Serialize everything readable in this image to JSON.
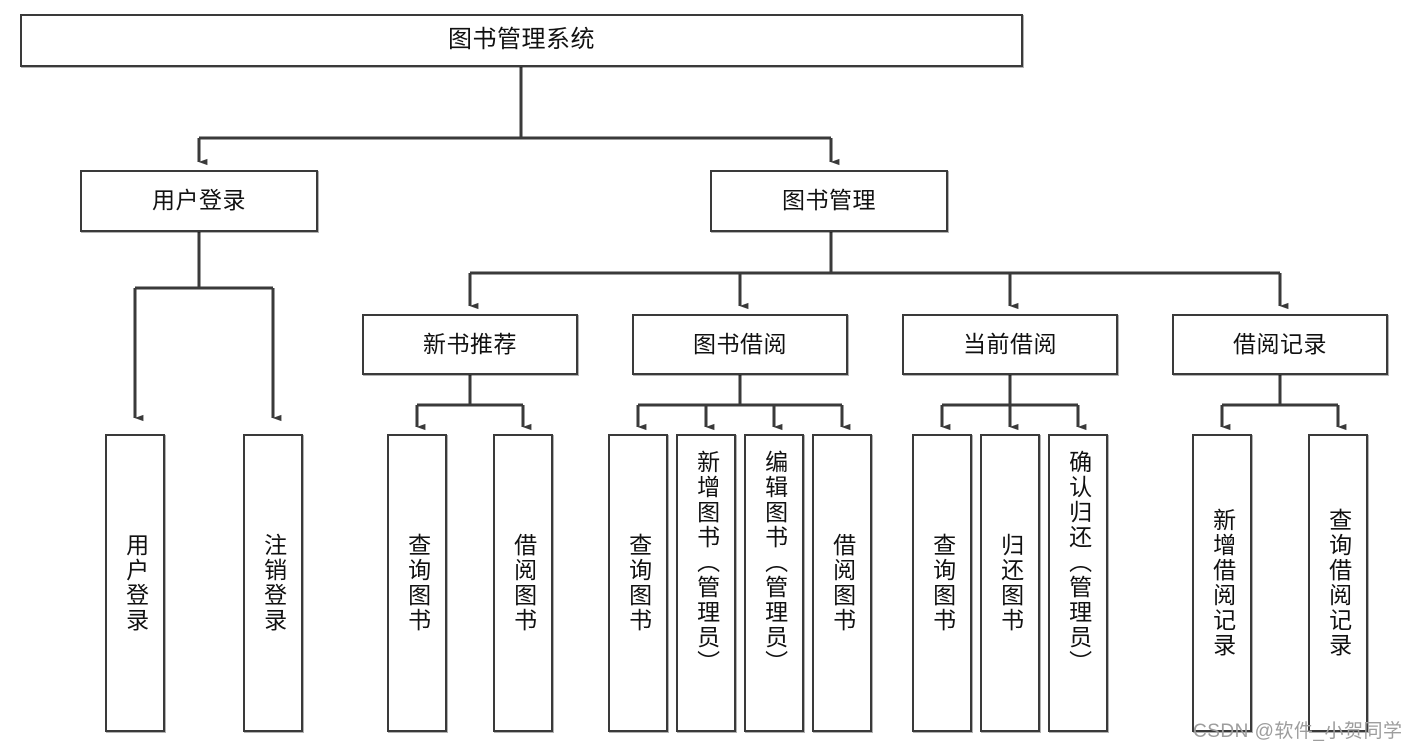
{
  "diagram": {
    "title": "图书管理系统",
    "type": "tree-hierarchy-diagram",
    "root": {
      "label": "图书管理系统"
    },
    "level2": [
      {
        "label": "用户登录"
      },
      {
        "label": "图书管理"
      }
    ],
    "level3": [
      {
        "label": "新书推荐"
      },
      {
        "label": "图书借阅"
      },
      {
        "label": "当前借阅"
      },
      {
        "label": "借阅记录"
      }
    ],
    "leaves": {
      "user_login": [
        {
          "label": "用户登录"
        },
        {
          "label": "注销登录"
        }
      ],
      "new_book_recommend": [
        {
          "label": "查询图书"
        },
        {
          "label": "借阅图书"
        }
      ],
      "book_borrow": [
        {
          "label": "查询图书"
        },
        {
          "label": "新增图书（管理员）"
        },
        {
          "label": "编辑图书（管理员）"
        },
        {
          "label": "借阅图书"
        }
      ],
      "current_borrow": [
        {
          "label": "查询图书"
        },
        {
          "label": "归还图书"
        },
        {
          "label": "确认归还（管理员）"
        }
      ],
      "borrow_record": [
        {
          "label": "新增借阅记录"
        },
        {
          "label": "查询借阅记录"
        }
      ]
    }
  },
  "watermark": {
    "text": "CSDN @软件_小贺同学"
  },
  "colors": {
    "border": "#3a3a3a",
    "background": "#ffffff",
    "text": "#111111",
    "watermark": "#9d9d9d"
  }
}
